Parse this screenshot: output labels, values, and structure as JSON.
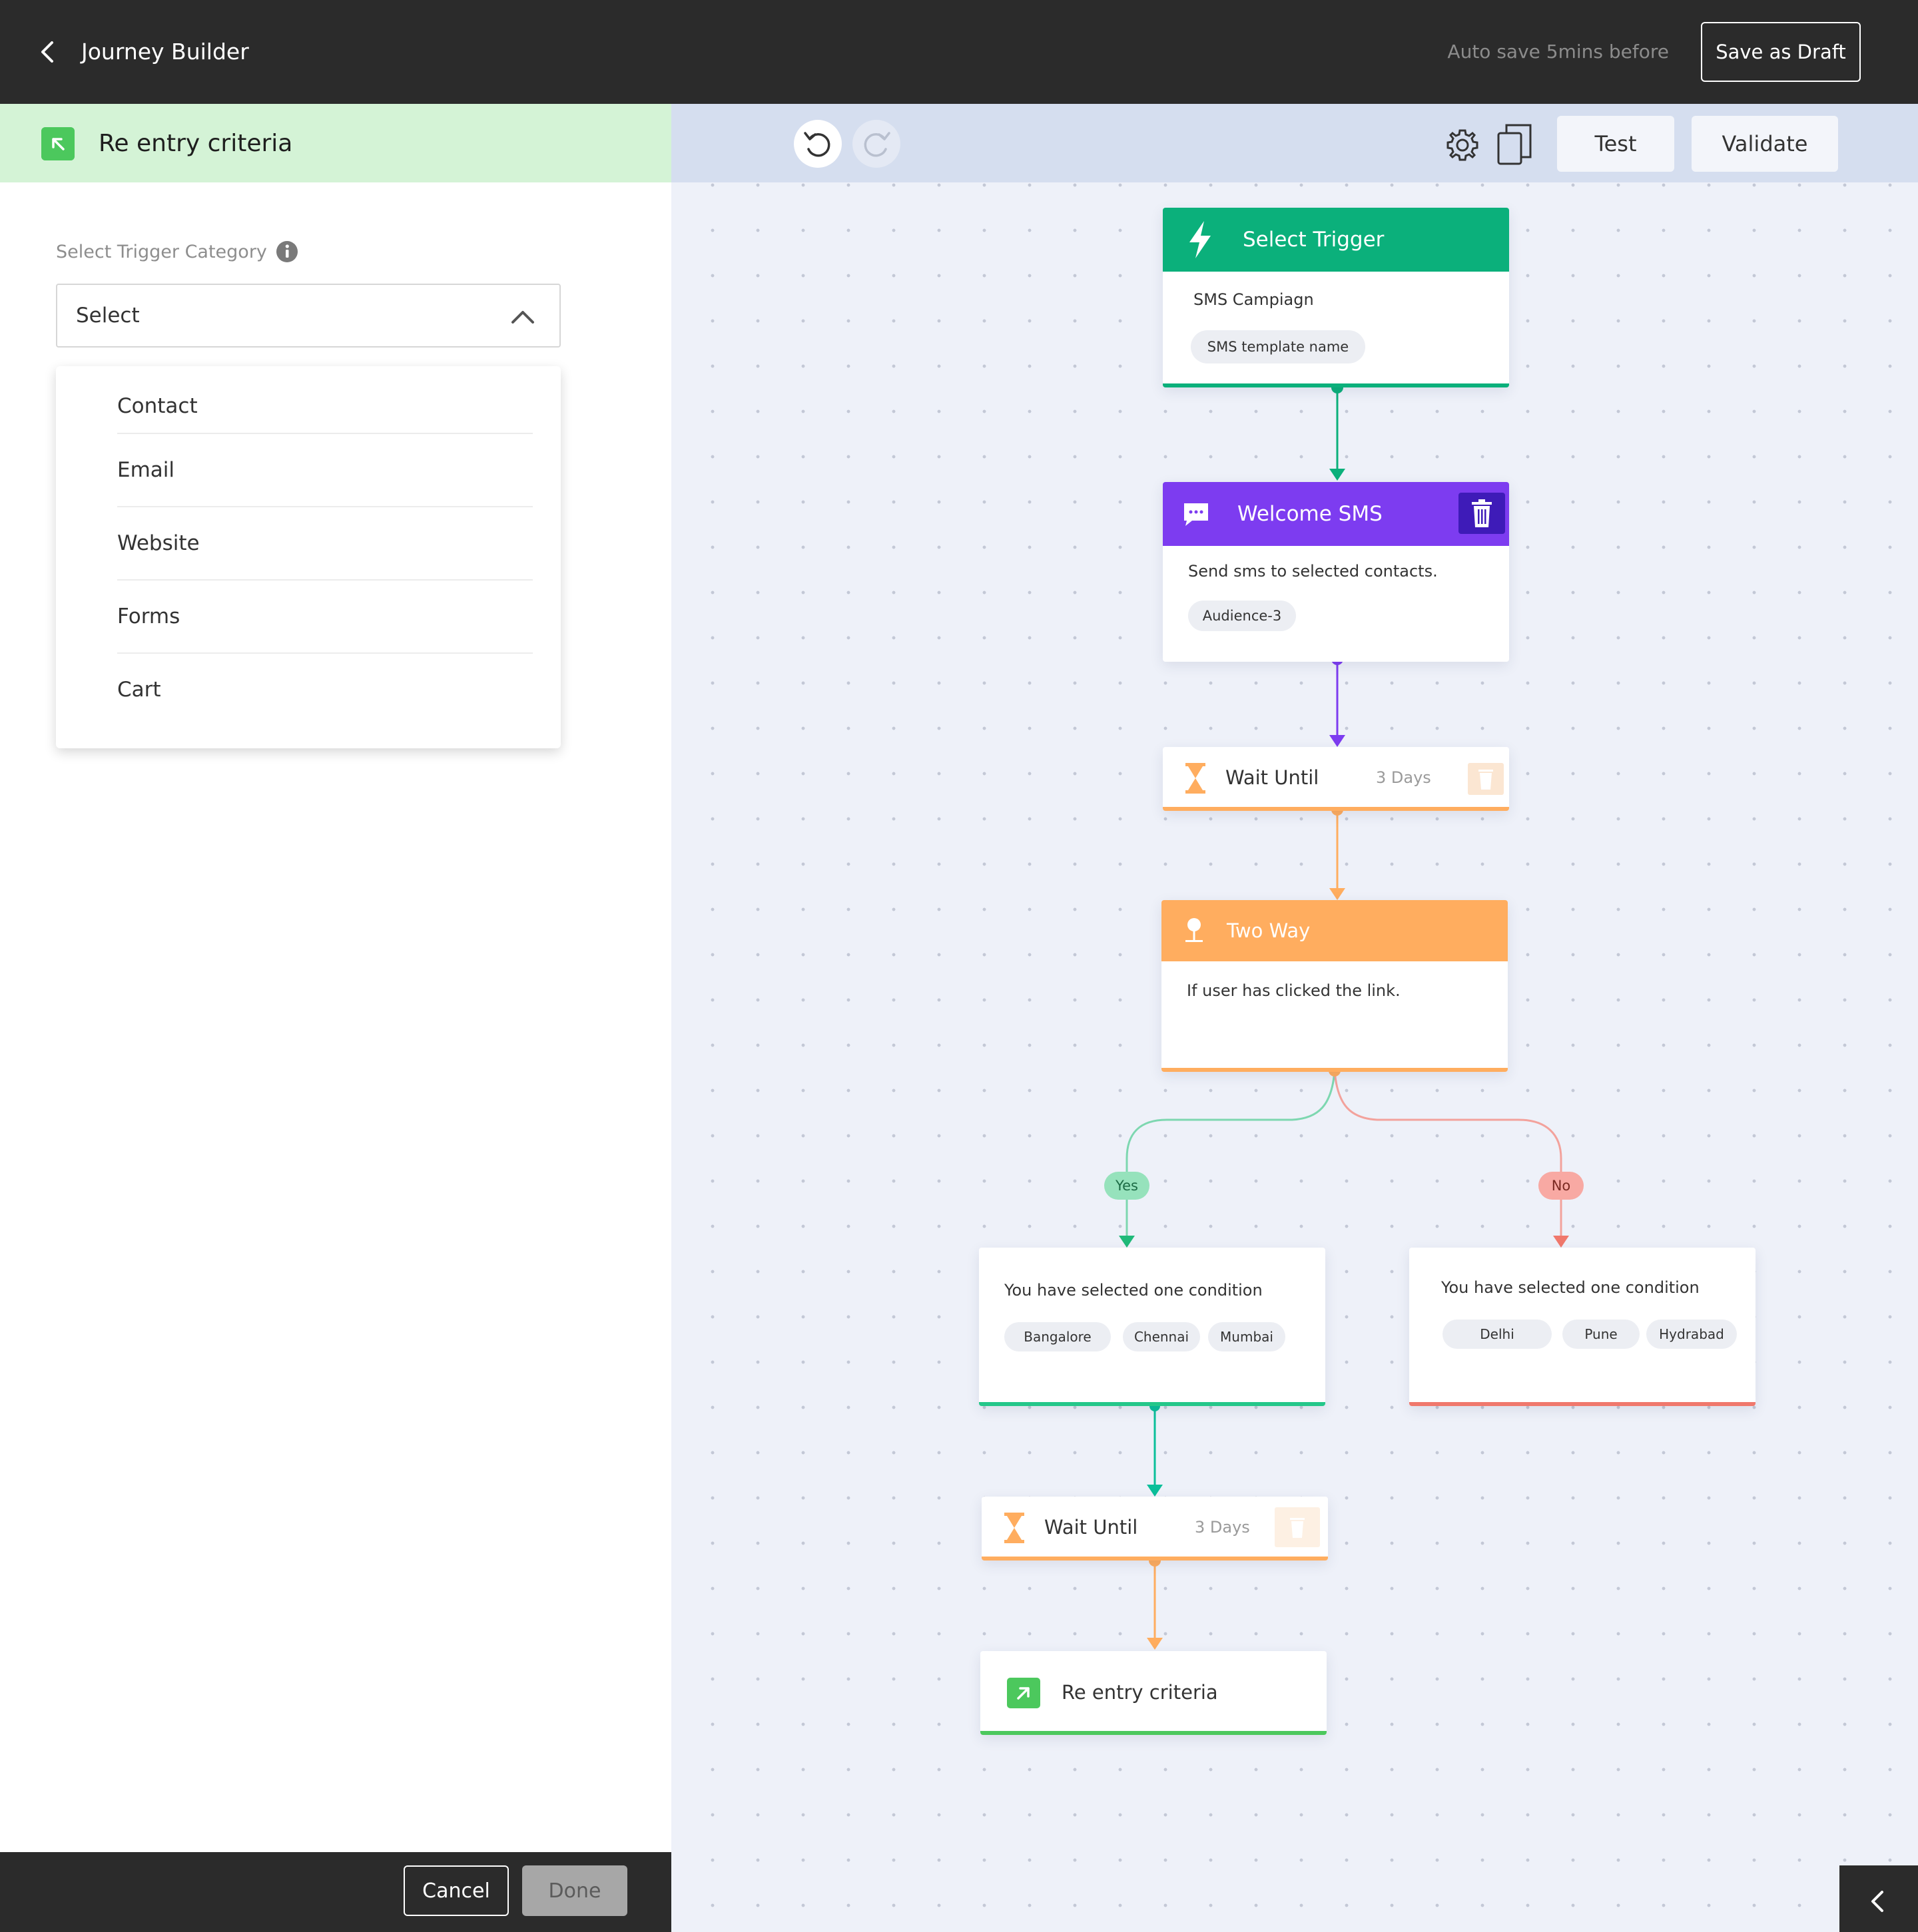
{
  "header": {
    "title": "Journey Builder",
    "autosave": "Auto save 5mins before",
    "save_draft": "Save as Draft"
  },
  "panel": {
    "title": "Re entry criteria",
    "field_label": "Select Trigger Category",
    "select_value": "Select",
    "options": [
      "Contact",
      "Email",
      "Website",
      "Forms",
      "Cart"
    ],
    "cancel": "Cancel",
    "done": "Done"
  },
  "toolbar": {
    "test": "Test",
    "validate": "Validate"
  },
  "flow": {
    "trigger": {
      "title": "Select Trigger",
      "subtitle": "SMS Campiagn",
      "chip": "SMS template name",
      "color": "#0bb07b"
    },
    "sms": {
      "title": "Welcome SMS",
      "description": "Send sms to selected contacts.",
      "chip": "Audience-3",
      "color": "#7d3cf0"
    },
    "wait1": {
      "title": "Wait Until",
      "duration": "3 Days"
    },
    "twoway": {
      "title": "Two Way",
      "description": "If user has clicked the link.",
      "color": "#ffad5f"
    },
    "yes_label": "Yes",
    "no_label": "No",
    "yes_branch": {
      "description": "You have selected one condition",
      "chips": [
        "Bangalore",
        "Chennai",
        "Mumbai"
      ]
    },
    "no_branch": {
      "description": "You have selected one condition",
      "chips": [
        "Delhi",
        "Pune",
        "Hydrabad"
      ]
    },
    "wait2": {
      "title": "Wait Until",
      "duration": "3 Days"
    },
    "reentry": {
      "title": "Re entry criteria"
    }
  }
}
